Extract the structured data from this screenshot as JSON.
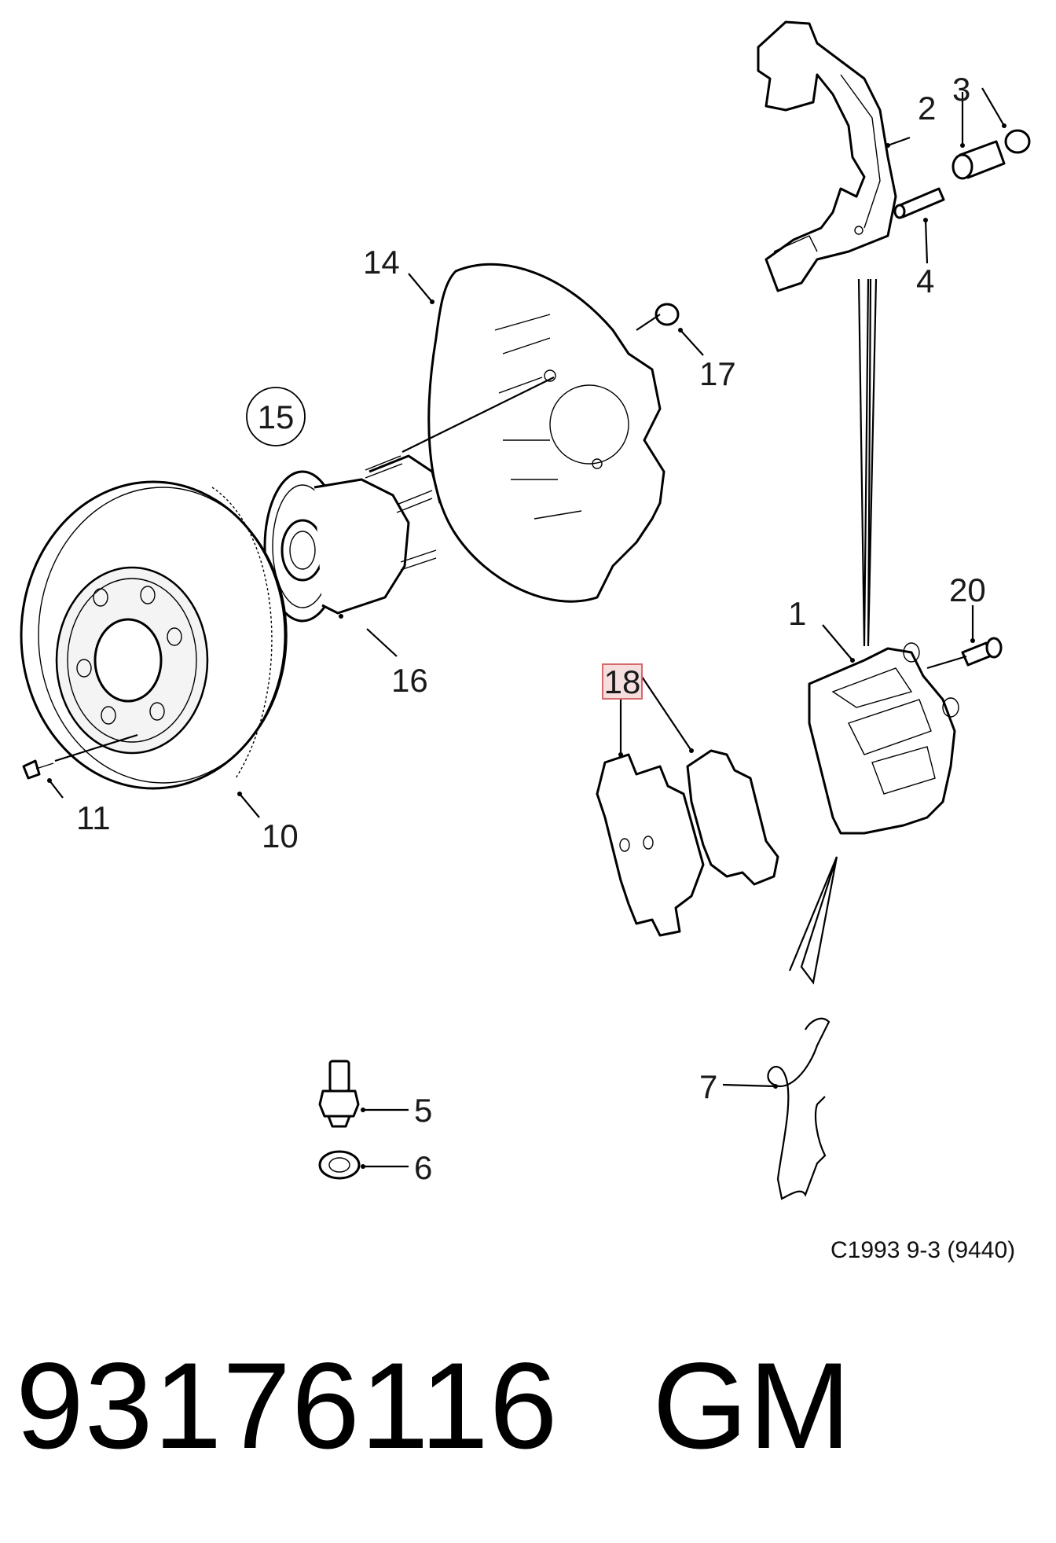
{
  "callouts": {
    "c1": "1",
    "c2": "2",
    "c3": "3",
    "c4": "4",
    "c5": "5",
    "c6": "6",
    "c7": "7",
    "c10": "10",
    "c11": "11",
    "c14": "14",
    "c15": "15",
    "c16": "16",
    "c17": "17",
    "c18": "18",
    "c20": "20"
  },
  "diagram_code": "C1993 9-3 (9440)",
  "footer": {
    "part_number": "93176116",
    "brand": "GM"
  },
  "highlight_color": "#f7dede",
  "highlight_border": "#d66a6a"
}
